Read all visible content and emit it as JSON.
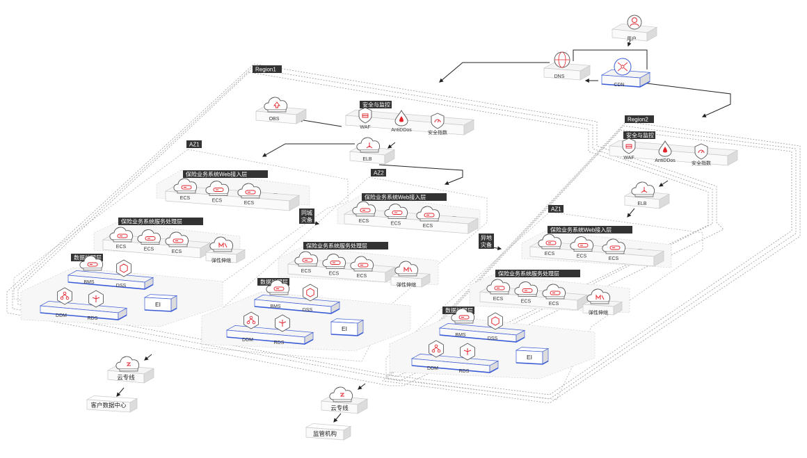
{
  "top": {
    "user": "用户",
    "dns": "DNS",
    "cdn": "CDN"
  },
  "region1": {
    "label": "Region1",
    "obs": "OBS",
    "security": {
      "title": "安全与监控",
      "items": [
        "WAF",
        "AntiDDos",
        "安全指数"
      ]
    },
    "elb": "ELB",
    "az1": {
      "label": "AZ1",
      "web": {
        "title": "保险业务系统Web接入层",
        "items": [
          "ECS",
          "ECS",
          "ECS"
        ],
        "more": "..."
      },
      "service": {
        "title": "保险业务系统服务处理层",
        "items": [
          "ECS",
          "ECS",
          "ECS"
        ],
        "scale": "弹性伸缩"
      },
      "data": {
        "title": "数据处理层",
        "bms": "BMS",
        "dss": "DSS",
        "ddm": "DDM",
        "rds": "RDS",
        "ei": "EI"
      }
    },
    "az2": {
      "label": "AZ2",
      "web": {
        "title": "保险业务系统Web接入层",
        "items": [
          "ECS",
          "ECS",
          "ECS"
        ],
        "more": "..."
      },
      "service": {
        "title": "保险业务系统服务处理层",
        "items": [
          "ECS",
          "ECS",
          "ECS"
        ],
        "scale": "弹性伸缩"
      },
      "data": {
        "title": "数据处理层",
        "bms": "BMS",
        "dss": "DSS",
        "ddm": "DDM",
        "rds": "RDS",
        "ei": "EI"
      }
    },
    "dr_same_city": [
      "同城",
      "灾备"
    ],
    "dr_remote": [
      "异地",
      "灾备"
    ]
  },
  "region2": {
    "label": "Region2",
    "security": {
      "title": "安全与监控",
      "items": [
        "WAF",
        "AntiDDos",
        "安全指数"
      ]
    },
    "elb": "ELB",
    "az1": {
      "label": "AZ1",
      "web": {
        "title": "保险业务系统Web接入层",
        "items": [
          "ECS",
          "ECS",
          "ECS"
        ],
        "more": "..."
      },
      "service": {
        "title": "保险业务系统服务处理层",
        "items": [
          "ECS",
          "ECS",
          "ECS"
        ],
        "scale": "弹性伸缩"
      },
      "data": {
        "title": "数据处理层",
        "bms": "BMS",
        "dss": "DSS",
        "ddm": "DDM",
        "rds": "RDS",
        "ei": "EI"
      }
    }
  },
  "bottom": {
    "dc1": "云专线",
    "customer_dc": "客户数据中心",
    "dc2": "云专线",
    "regulator": "监管机构"
  },
  "colors": {
    "accent": "#e0242b",
    "blue": "#3b5bd6",
    "tag_bg": "#333333",
    "box_top": "#f2f2f2",
    "box_side": "#d8d8d8"
  }
}
